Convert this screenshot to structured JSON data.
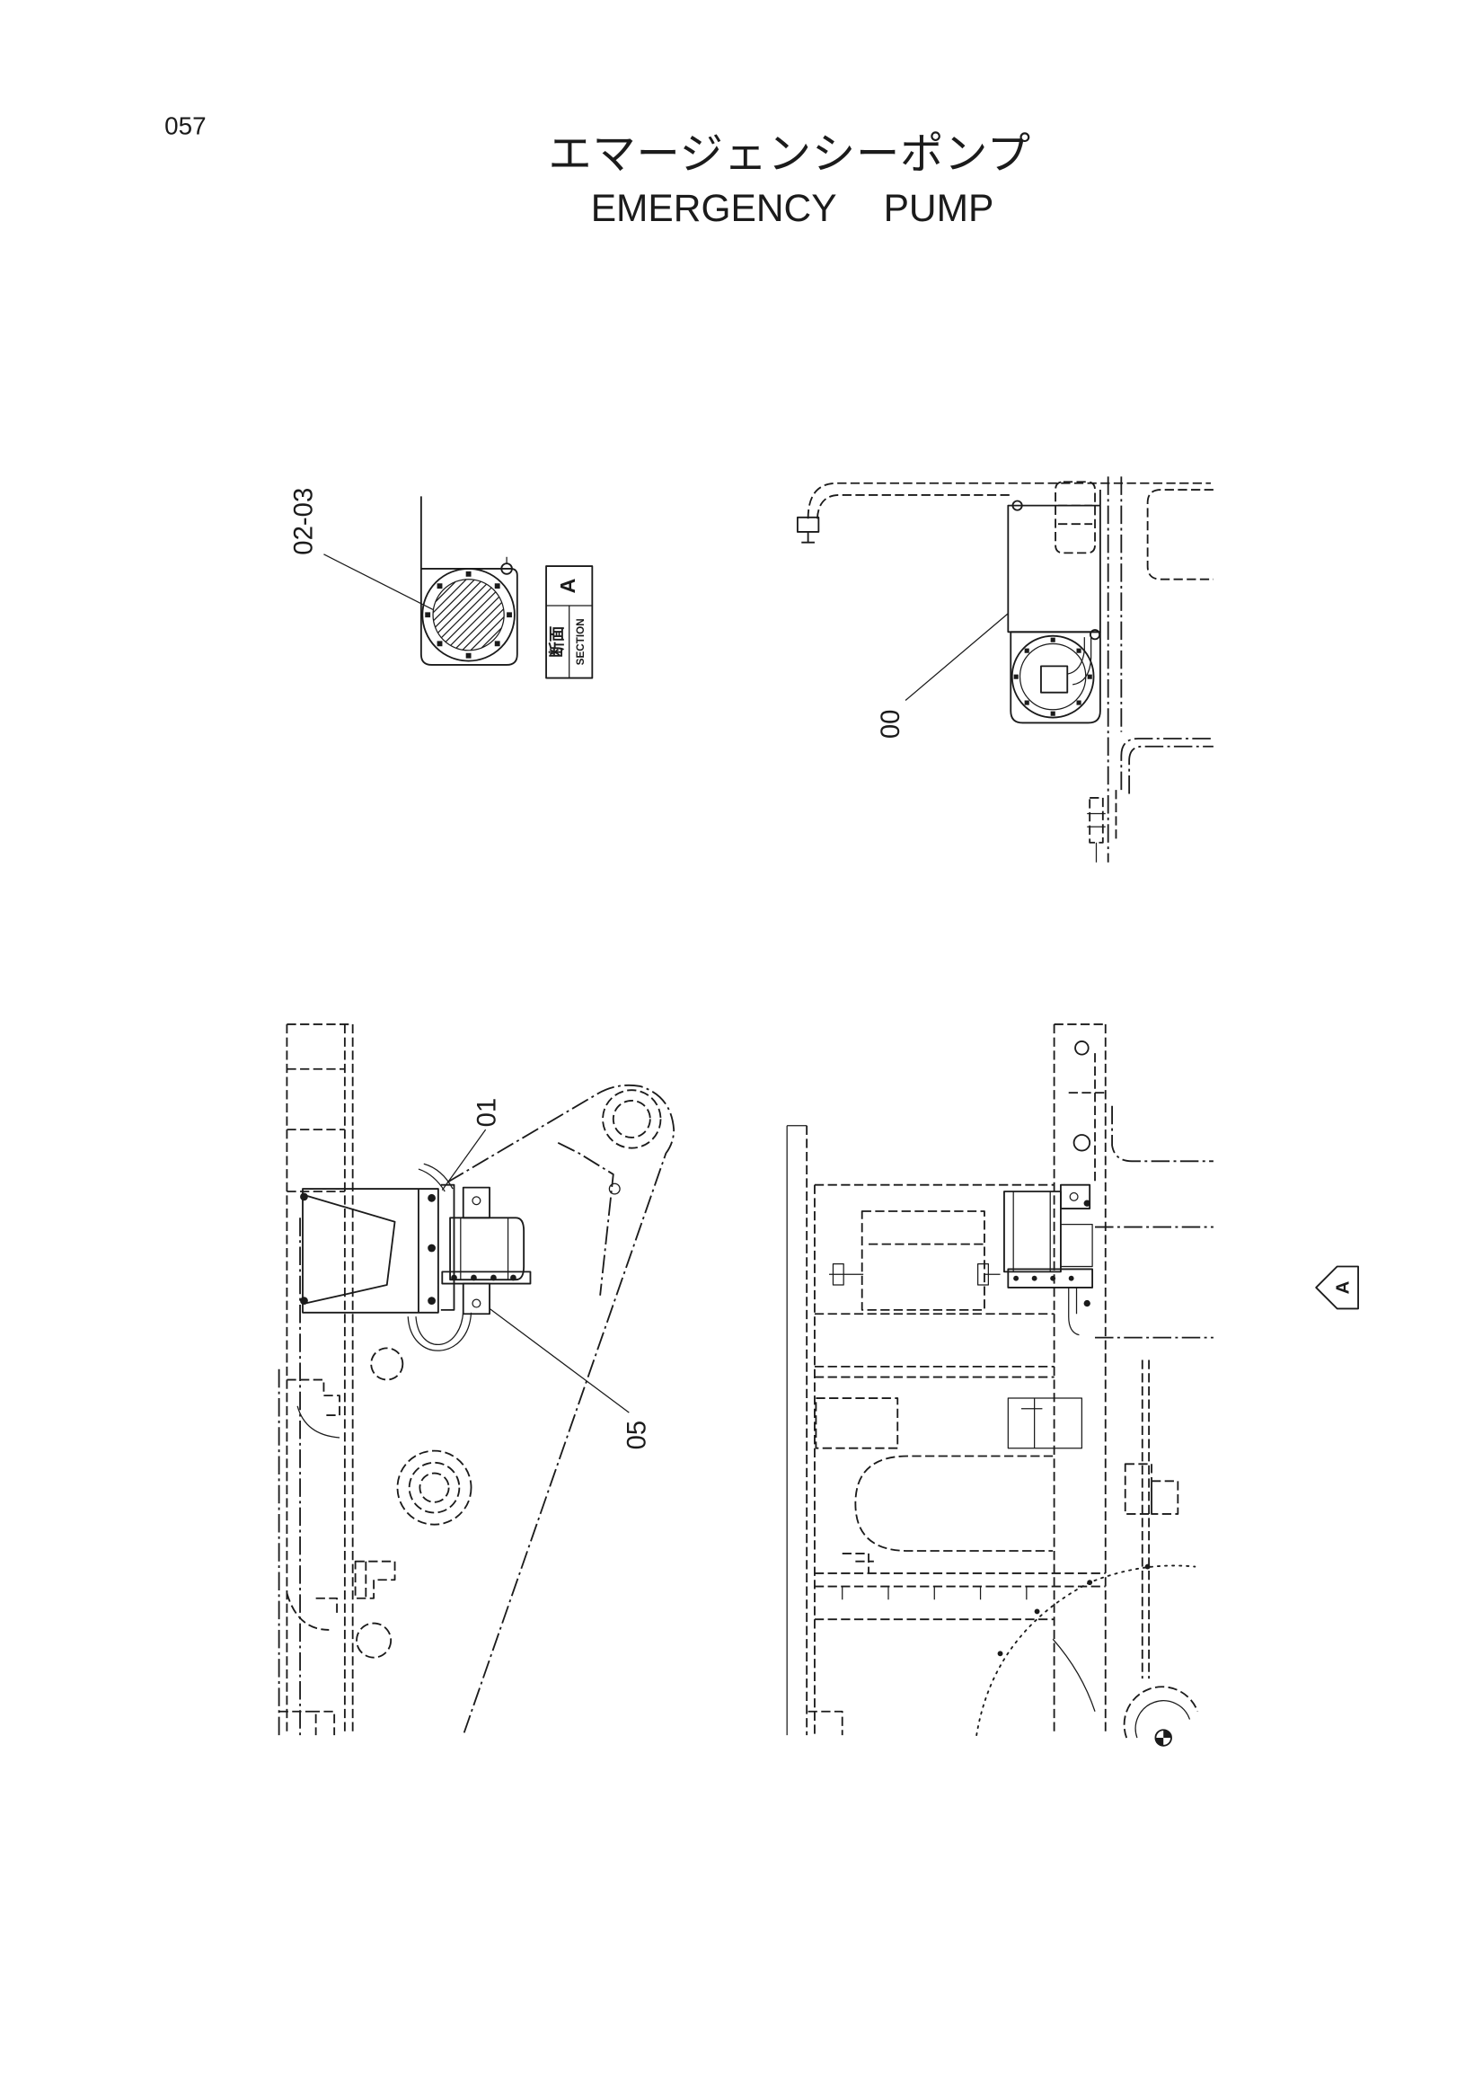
{
  "page_number": "057",
  "title_jp": "エマージェンシーポンプ",
  "title_en": "EMERGENCY PUMP",
  "section_label": {
    "jp": "断面",
    "en": "SECTION",
    "letter": "A"
  },
  "view_arrow": {
    "letter": "A"
  },
  "callouts": [
    {
      "label": "02-03"
    },
    {
      "label": "00"
    },
    {
      "label": "01"
    },
    {
      "label": "05"
    }
  ],
  "colors": {
    "ink": "#1b1b1b",
    "paper": "#ffffff"
  }
}
